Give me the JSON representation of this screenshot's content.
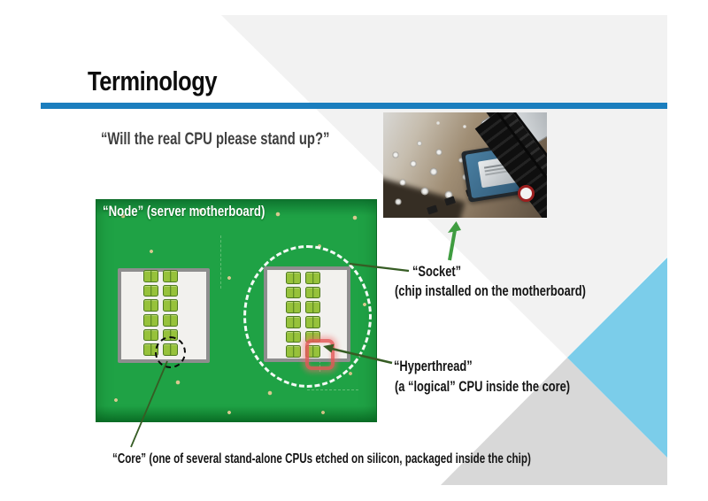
{
  "slide": {
    "title": "Terminology",
    "quote": "“Will the real CPU please stand up?”"
  },
  "node_board": {
    "label": "“Node” (server motherboard)"
  },
  "annotations": {
    "socket_term": "“Socket”",
    "socket_desc": "(chip installed on the motherboard)",
    "hyperthread_term": "“Hyperthread”",
    "hyperthread_desc": "(a “logical” CPU inside the core)",
    "core_text": "“Core” (one of several stand-alone CPUs etched on silicon, packaged inside the chip)"
  },
  "diagram": {
    "socket_count": 2,
    "columns_per_socket": 2,
    "cores_per_column": 6
  },
  "colors": {
    "accent_blue": "#1B7EBE",
    "triangle_blue": "#7BCDEA",
    "triangle_gray": "#D8D8D8",
    "band_gray": "#F2F2F2",
    "board_green": "#1FA245",
    "core_green": "#97C23B",
    "core_green_dark": "#4E7A1E",
    "socket_gray": "#8E8E8E",
    "highlight_red": "#E55A5A",
    "arrow_green": "#3F9C40",
    "line_dark_green": "#365C24",
    "quote_gray": "#3F3F3F"
  }
}
